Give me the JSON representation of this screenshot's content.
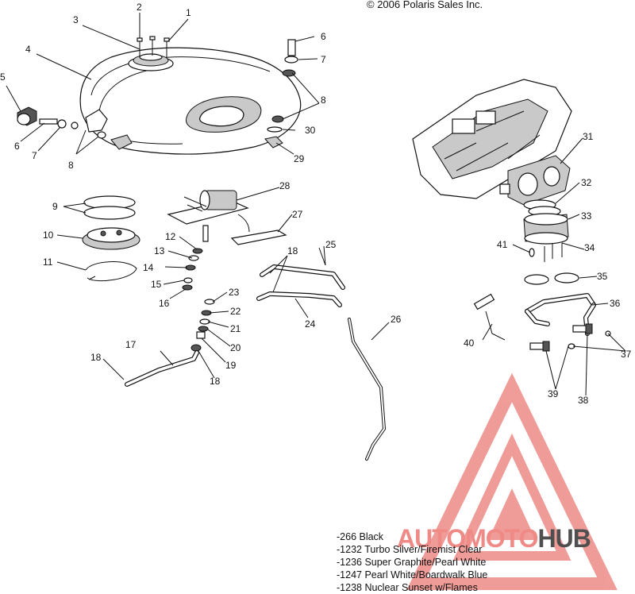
{
  "copyright": "© 2006 Polaris Sales Inc.",
  "callouts": [
    "1",
    "2",
    "3",
    "4",
    "5",
    "6",
    "7",
    "6",
    "7",
    "8",
    "8",
    "30",
    "29",
    "9",
    "10",
    "11",
    "28",
    "27",
    "12",
    "13",
    "14",
    "15",
    "16",
    "18",
    "25",
    "23",
    "22",
    "21",
    "20",
    "19",
    "17",
    "18",
    "18",
    "24",
    "26",
    "31",
    "32",
    "33",
    "41",
    "34",
    "35",
    "36",
    "40",
    "37",
    "39",
    "38"
  ],
  "color_options": [
    "-266  Black",
    "-1232 Turbo Silver/Firemist Clear",
    "-1236 Super Graphite/Pearl White",
    "-1247 Pearl White/Boardwalk Blue",
    "-1238 Nuclear Sunset w/Flames"
  ],
  "watermark": {
    "text_a": "AUTOMOTO",
    "text_b": "HUB",
    "accent_color": "#f08a86",
    "dark_color": "#4f4f4f"
  }
}
